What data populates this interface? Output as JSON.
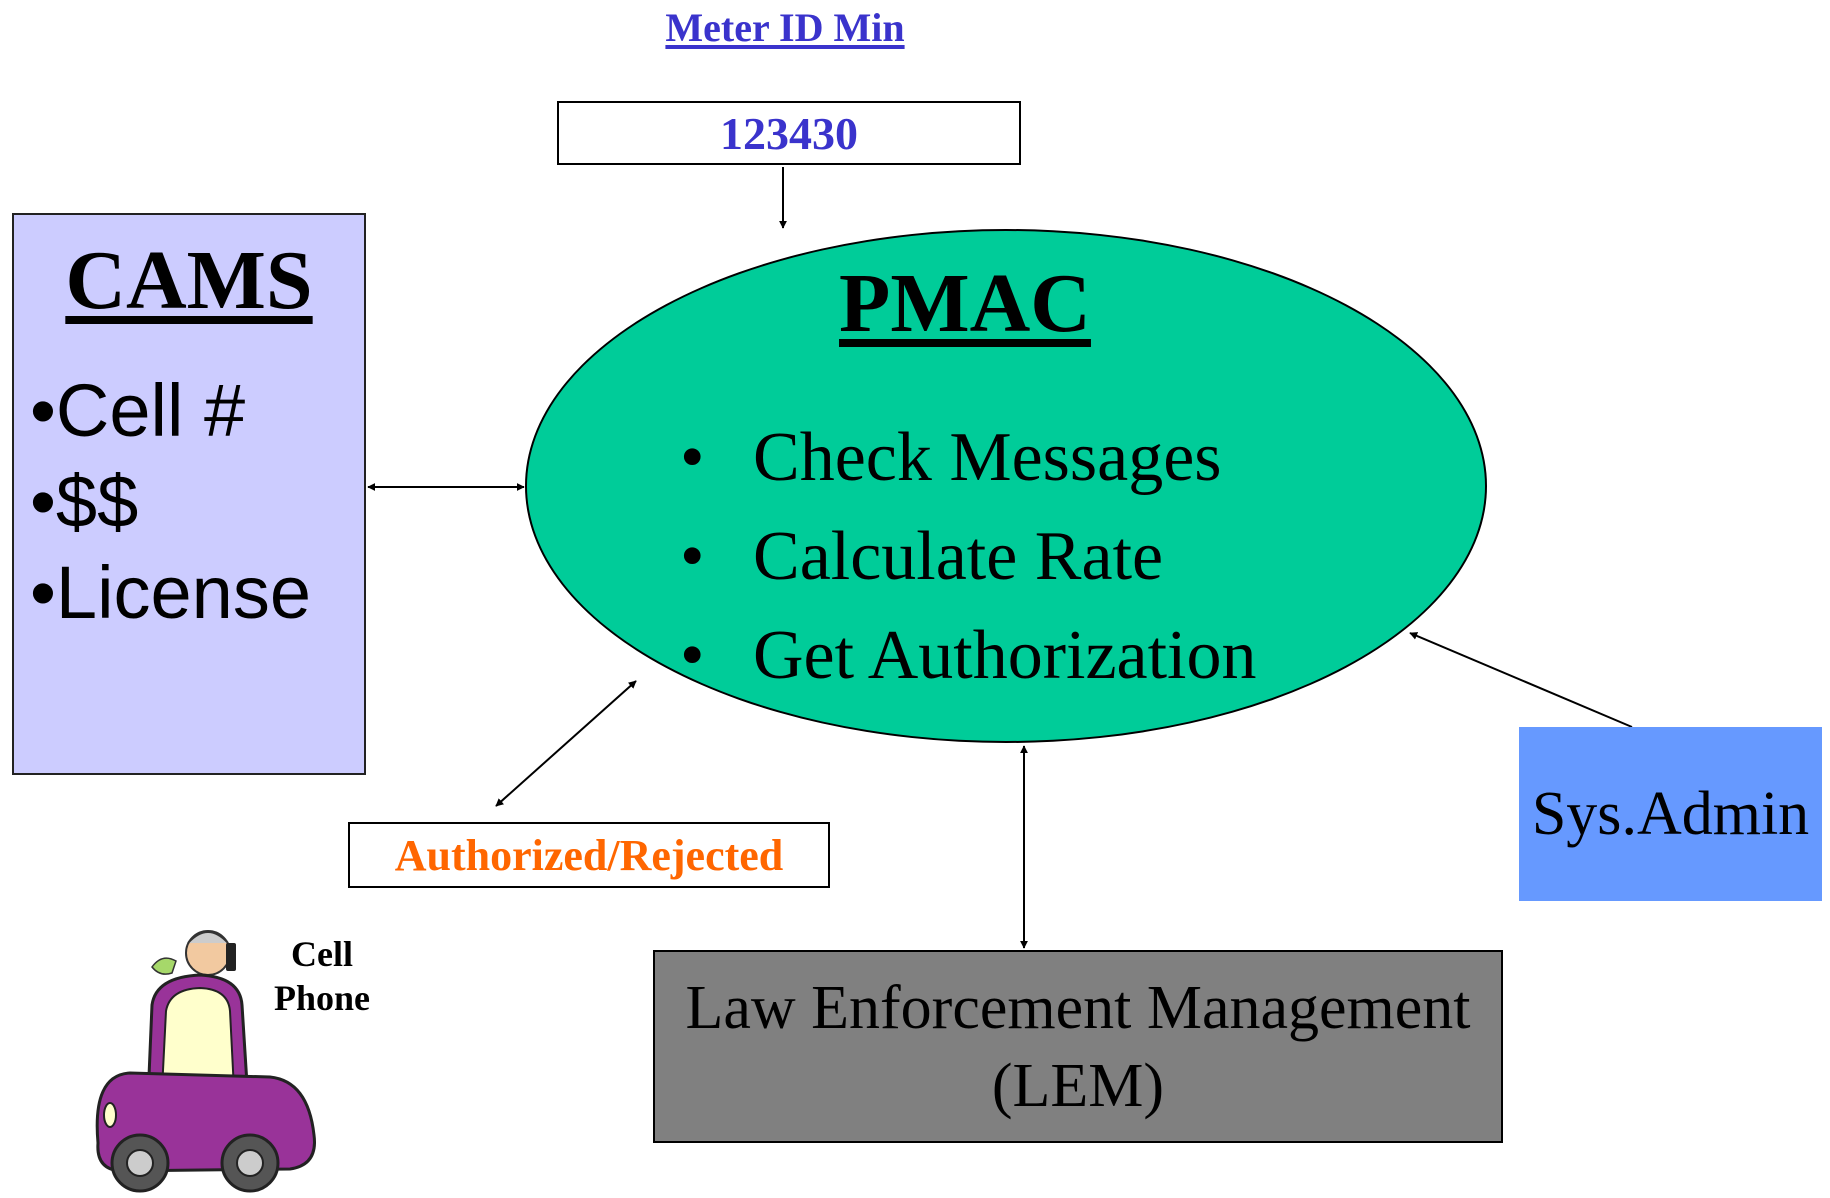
{
  "meter": {
    "label": "Meter ID Min",
    "value": "123430",
    "label_color": "#3a33cc"
  },
  "cams": {
    "title": "CAMS",
    "items": [
      "•Cell #",
      "•$$",
      "•License"
    ],
    "color": "#ccccff"
  },
  "pmac": {
    "title": "PMAC",
    "bullet": "•",
    "items": [
      "Check Messages",
      "Calculate Rate",
      "Get Authorization"
    ],
    "color": "#00cc99"
  },
  "auth": {
    "label": "Authorized/Rejected",
    "color": "#ff6600"
  },
  "sysadmin": {
    "label": "Sys.Admin",
    "color": "#6699ff"
  },
  "lem": {
    "line1": "Law Enforcement Management",
    "line2": "(LEM)",
    "color": "#808080"
  },
  "cell_phone": {
    "line1": "Cell",
    "line2": "Phone",
    "icon": "car-with-driver-on-phone-icon",
    "car_color": "#993399"
  }
}
